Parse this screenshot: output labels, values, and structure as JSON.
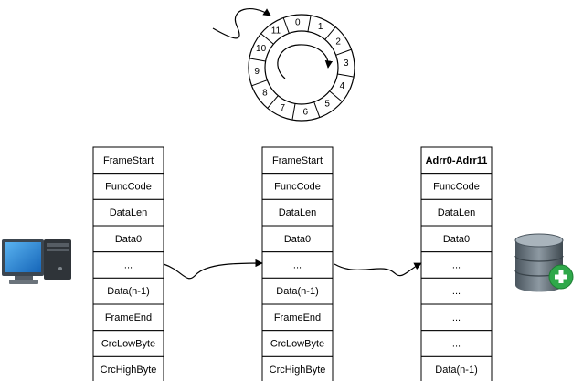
{
  "ring": {
    "segments": [
      "0",
      "1",
      "2",
      "3",
      "4",
      "5",
      "6",
      "7",
      "8",
      "9",
      "10",
      "11"
    ]
  },
  "frames": [
    {
      "cells": [
        "FrameStart",
        "FuncCode",
        "DataLen",
        "Data0",
        "...",
        "Data(n-1)",
        "FrameEnd",
        "CrcLowByte",
        "CrcHighByte"
      ],
      "bold_first": false
    },
    {
      "cells": [
        "FrameStart",
        "FuncCode",
        "DataLen",
        "Data0",
        "...",
        "Data(n-1)",
        "FrameEnd",
        "CrcLowByte",
        "CrcHighByte"
      ],
      "bold_first": false
    },
    {
      "cells": [
        "Adrr0-Adrr11",
        "FuncCode",
        "DataLen",
        "Data0",
        "...",
        "...",
        "...",
        "...",
        "Data(n-1)"
      ],
      "bold_first": true
    }
  ],
  "icons": {
    "left": "computer-icon",
    "right": "database-add-icon"
  },
  "colors": {
    "stroke": "#000000",
    "monitor_frame": "#3c4650",
    "monitor_screen": "#1f7fd6",
    "tower": "#3a3f44",
    "db_body": "#5d6b75",
    "db_top": "#8c99a3",
    "add_badge": "#2fa84a"
  }
}
